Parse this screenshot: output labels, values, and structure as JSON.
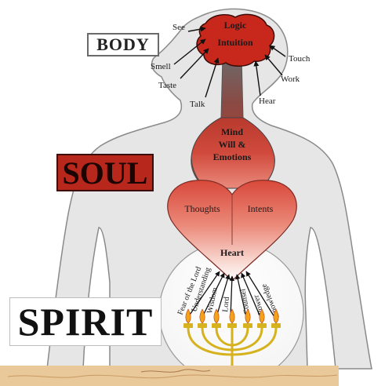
{
  "labels": {
    "body": "BODY",
    "soul": "SOUL",
    "spirit": "SPIRIT",
    "logic": "Logic",
    "intuition": "Intuition",
    "mind": "Mind",
    "will": "Will &",
    "emotions": "Emotions",
    "thoughts": "Thoughts",
    "intents": "Intents",
    "heart": "Heart"
  },
  "senses": {
    "see": "See",
    "smell": "Smell",
    "taste": "Taste",
    "talk": "Talk",
    "hear": "Hear",
    "work": "Work",
    "touch": "Touch"
  },
  "spirit_inputs": [
    "Fear of the Lord",
    "Understanding",
    "Wisdom",
    "Lord",
    "Counsel",
    "Power",
    "Knowledge"
  ],
  "colors": {
    "silhouette": "#e6e6e6",
    "outline": "#8a8a8a",
    "brain_red": "#c8281c",
    "soul_red": "#b8271b",
    "menorah_gold": "#d6b21e",
    "flame": "#f3a21a"
  }
}
